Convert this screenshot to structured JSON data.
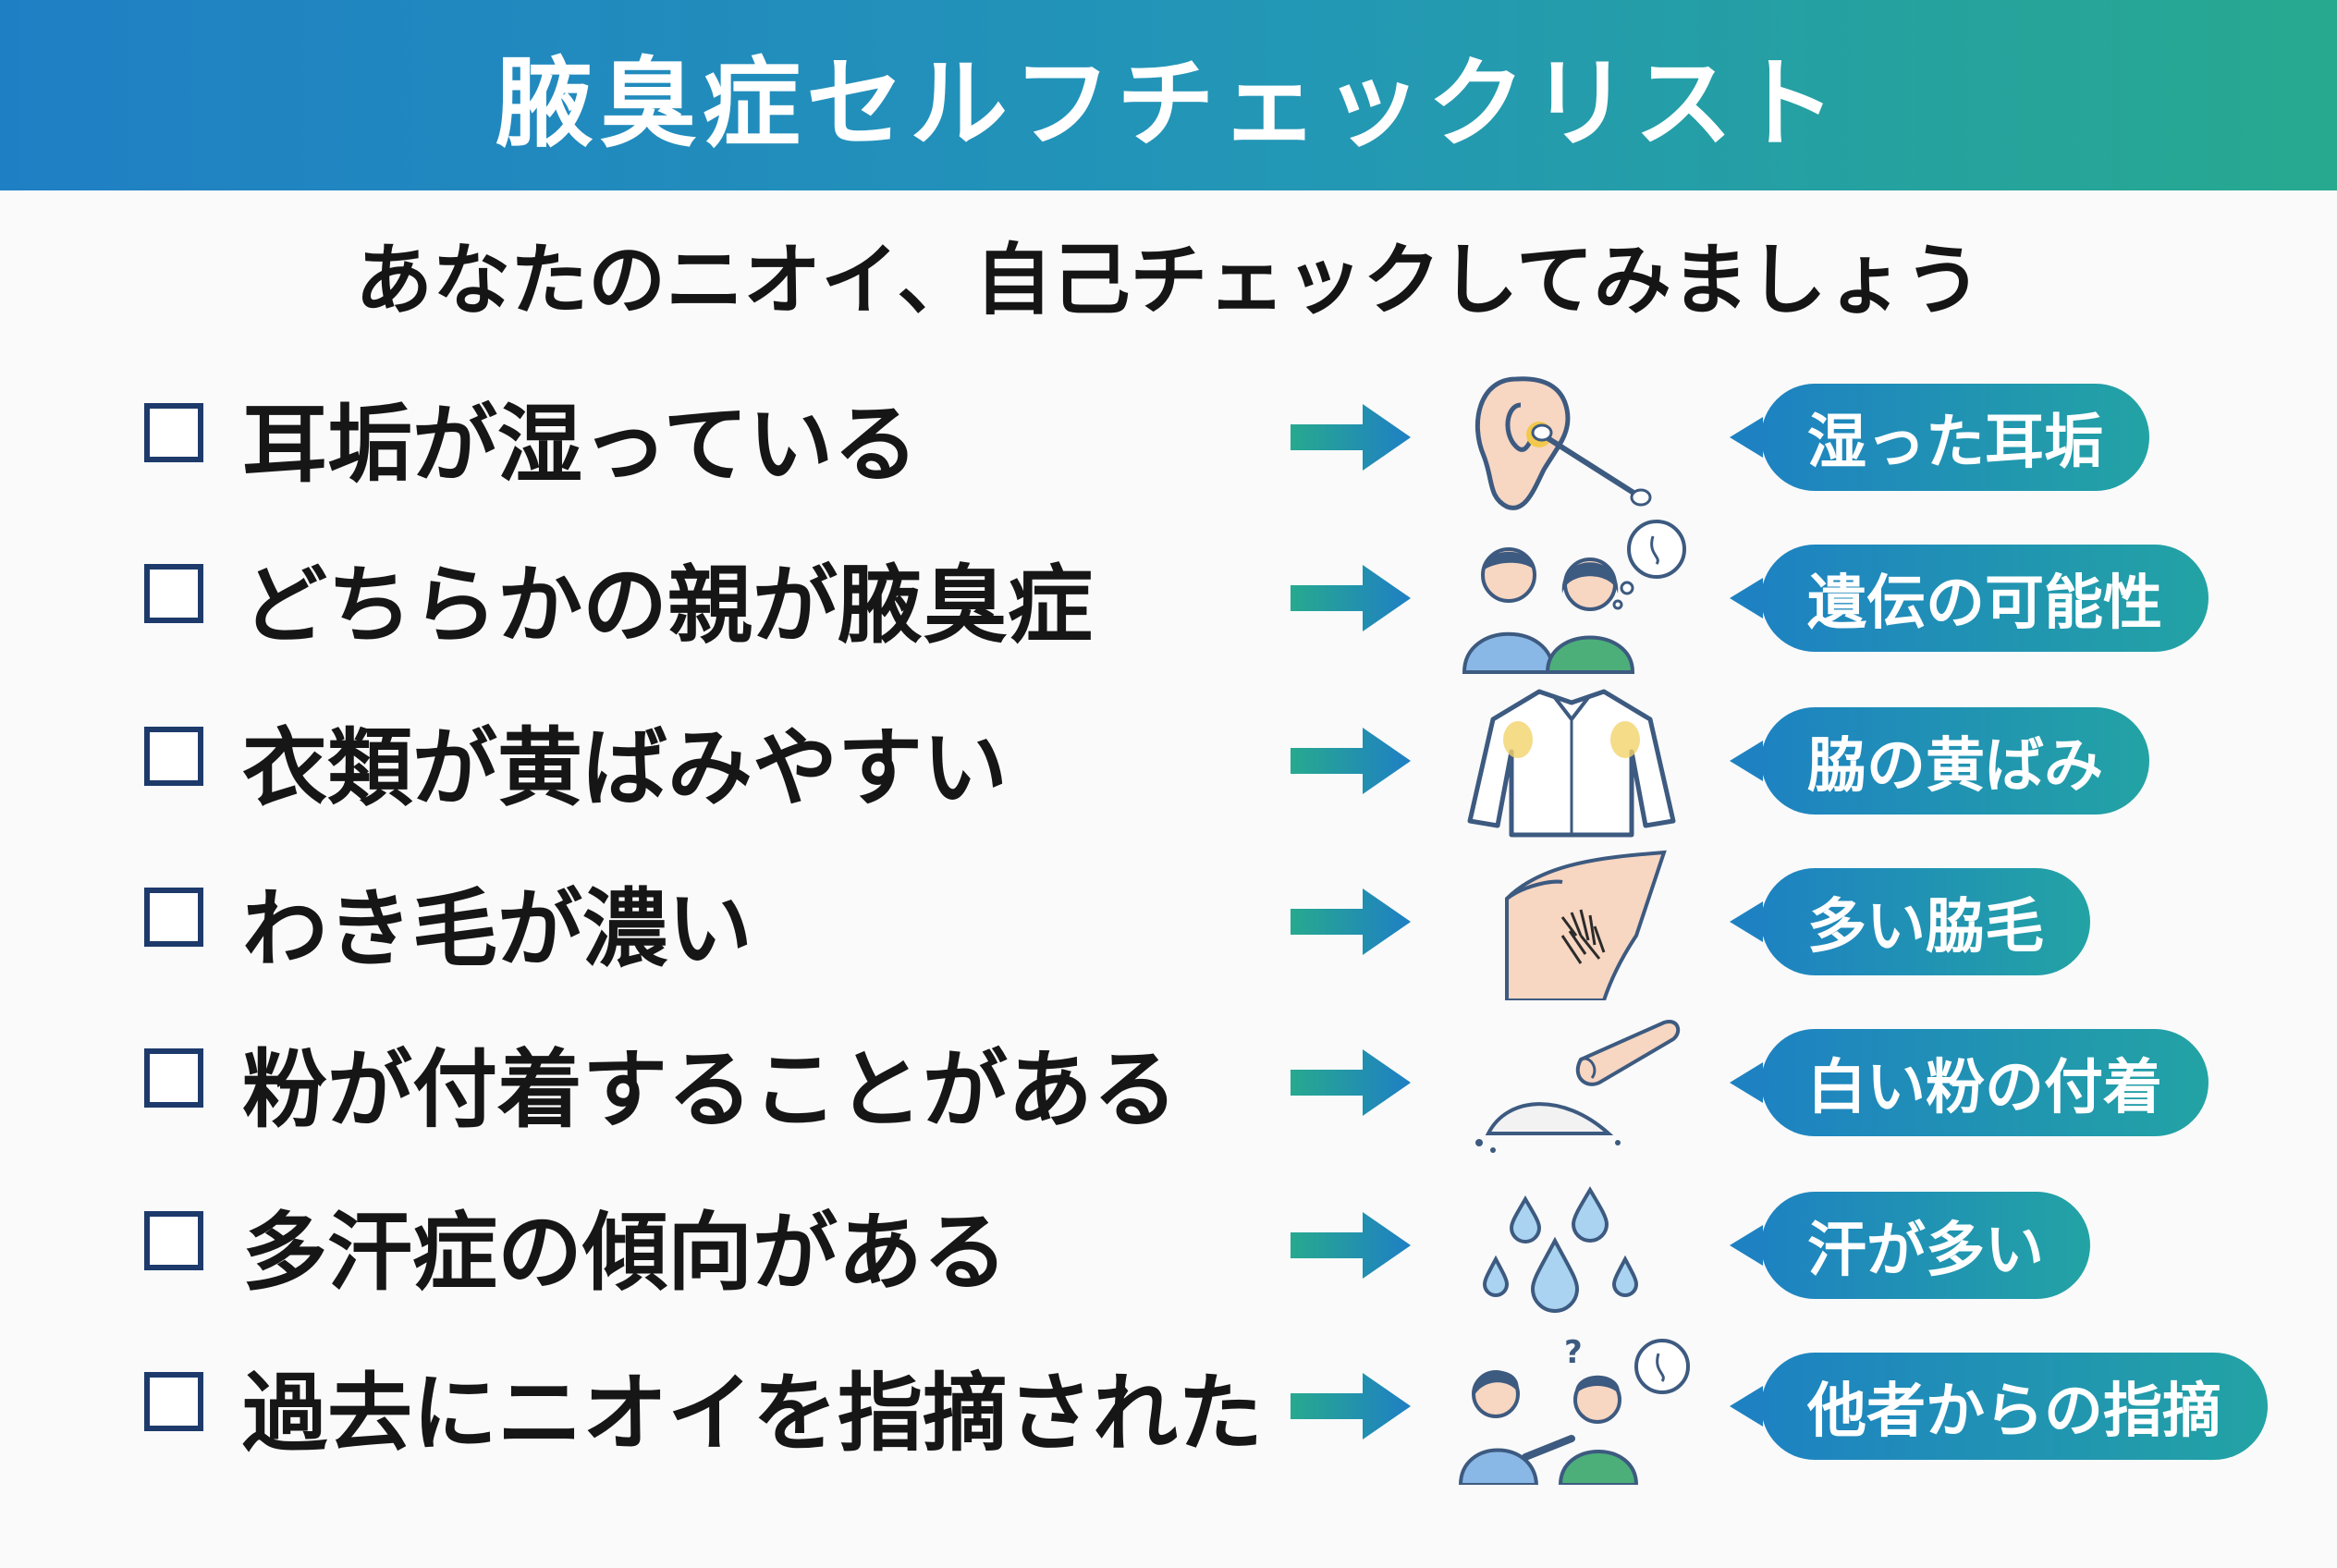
{
  "header": {
    "title": "腋臭症セルフチェックリスト"
  },
  "subtitle": "あなたのニオイ、自己チェックしてみましょう",
  "colors": {
    "header_start": "#1f7fc4",
    "header_end": "#27a98f",
    "checkbox": "#1d3a6b",
    "arrow": "#1f8fc4",
    "bubble": "#1e82c2"
  },
  "items": [
    {
      "text": "耳垢が湿っている",
      "badge": "湿った耳垢",
      "icon": "ear-cotton-swab-icon"
    },
    {
      "text": "どちらかの親が腋臭症",
      "badge": "遺伝の可能性",
      "icon": "parents-icon"
    },
    {
      "text": "衣類が黄ばみやすい",
      "badge": "脇の黄ばみ",
      "icon": "shirt-stain-icon"
    },
    {
      "text": "わき毛が濃い",
      "badge": "多い脇毛",
      "icon": "armpit-hair-icon"
    },
    {
      "text": "粉が付着することがある",
      "badge": "白い粉の付着",
      "icon": "white-powder-icon"
    },
    {
      "text": "多汗症の傾向がある",
      "badge": "汗が多い",
      "icon": "sweat-drops-icon"
    },
    {
      "text": "過去にニオイを指摘された",
      "badge": "他者からの指摘",
      "icon": "pointed-out-icon"
    }
  ]
}
